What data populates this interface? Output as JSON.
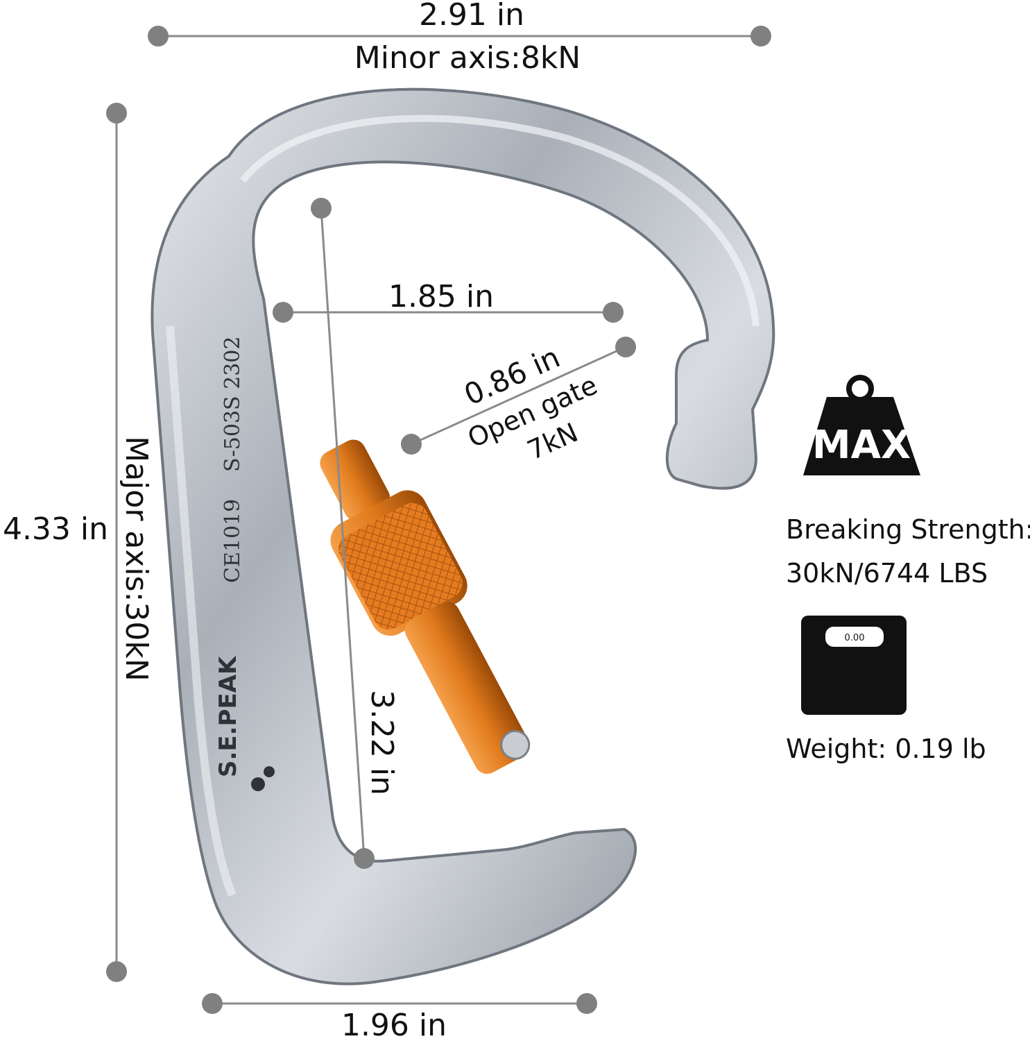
{
  "dimensions": {
    "width_top": "2.91 in",
    "minor_axis": "Minor axis:8kN",
    "height_left": "4.33 in",
    "major_axis": "Major axis:30kN",
    "inner_width": "1.85 in",
    "gate_opening": "0.86 in",
    "open_gate_label": "Open gate",
    "open_gate_strength": "7kN",
    "inner_length": "3.22 in",
    "bottom_width": "1.96 in"
  },
  "carabiner": {
    "model_text": "S-503S 2302",
    "cert_text": "CE1019",
    "brand": "S.E.PEAK",
    "colors": {
      "frame": "#b9bec6",
      "frame_dark": "#6f7680",
      "gate": "#e07a1c",
      "gate_dark": "#9a4a08"
    }
  },
  "specs": {
    "weight_icon_label": "MAX",
    "breaking_title": "Breaking Strength:",
    "breaking_value": "30kN/6744 LBS",
    "scale_display": "0.00",
    "weight": "Weight: 0.19 lb"
  },
  "colors": {
    "dot": "#808080",
    "line": "#8a8a8a",
    "icon": "#111111"
  }
}
